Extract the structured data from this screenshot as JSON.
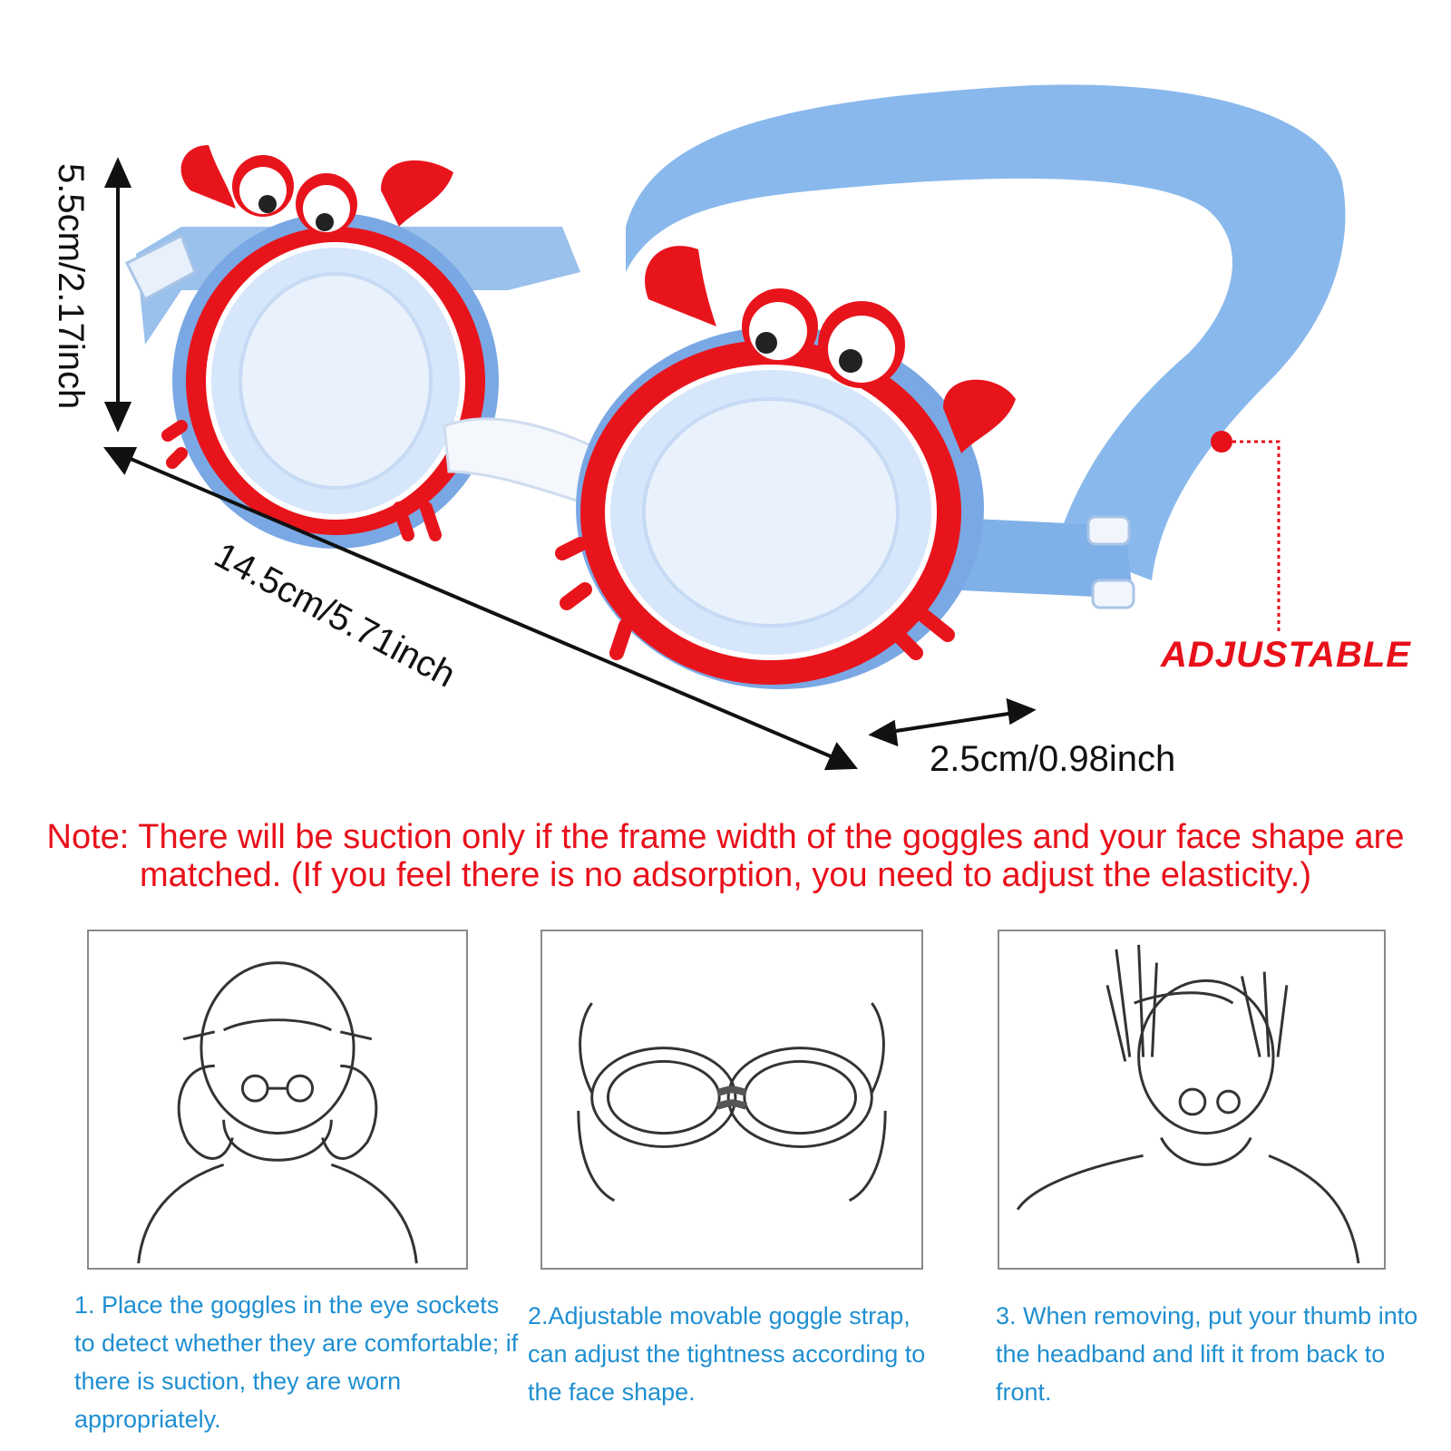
{
  "colors": {
    "crab_red": "#e8141c",
    "strap_blue": "#89b8ec",
    "lens_tint": "#d6e6fb",
    "note_red": "#e8101a",
    "step_blue": "#1f8fd1"
  },
  "dimensions": {
    "height": "5.5cm/2.17inch",
    "length": "14.5cm/5.71inch",
    "strap_width": "2.5cm/0.98inch"
  },
  "callout": {
    "adjustable": "ADJUSTABLE"
  },
  "note": "Note: There will be suction only if the frame width of the goggles and your face shape are matched. (If you feel there is no adsorption, you need to adjust the elasticity.)",
  "steps": [
    {
      "text": "1. Place the goggles in the eye sockets to detect whether they are comfortable; if there is suction, they are worn appropriately."
    },
    {
      "text": "2.Adjustable movable goggle strap, can adjust the tightness according to the face shape."
    },
    {
      "text": "3. When removing, put your thumb into the headband and lift it from back to front."
    }
  ],
  "illustrations": [
    "head-wearing-goggles",
    "goggles-front",
    "head-removing-goggles"
  ]
}
